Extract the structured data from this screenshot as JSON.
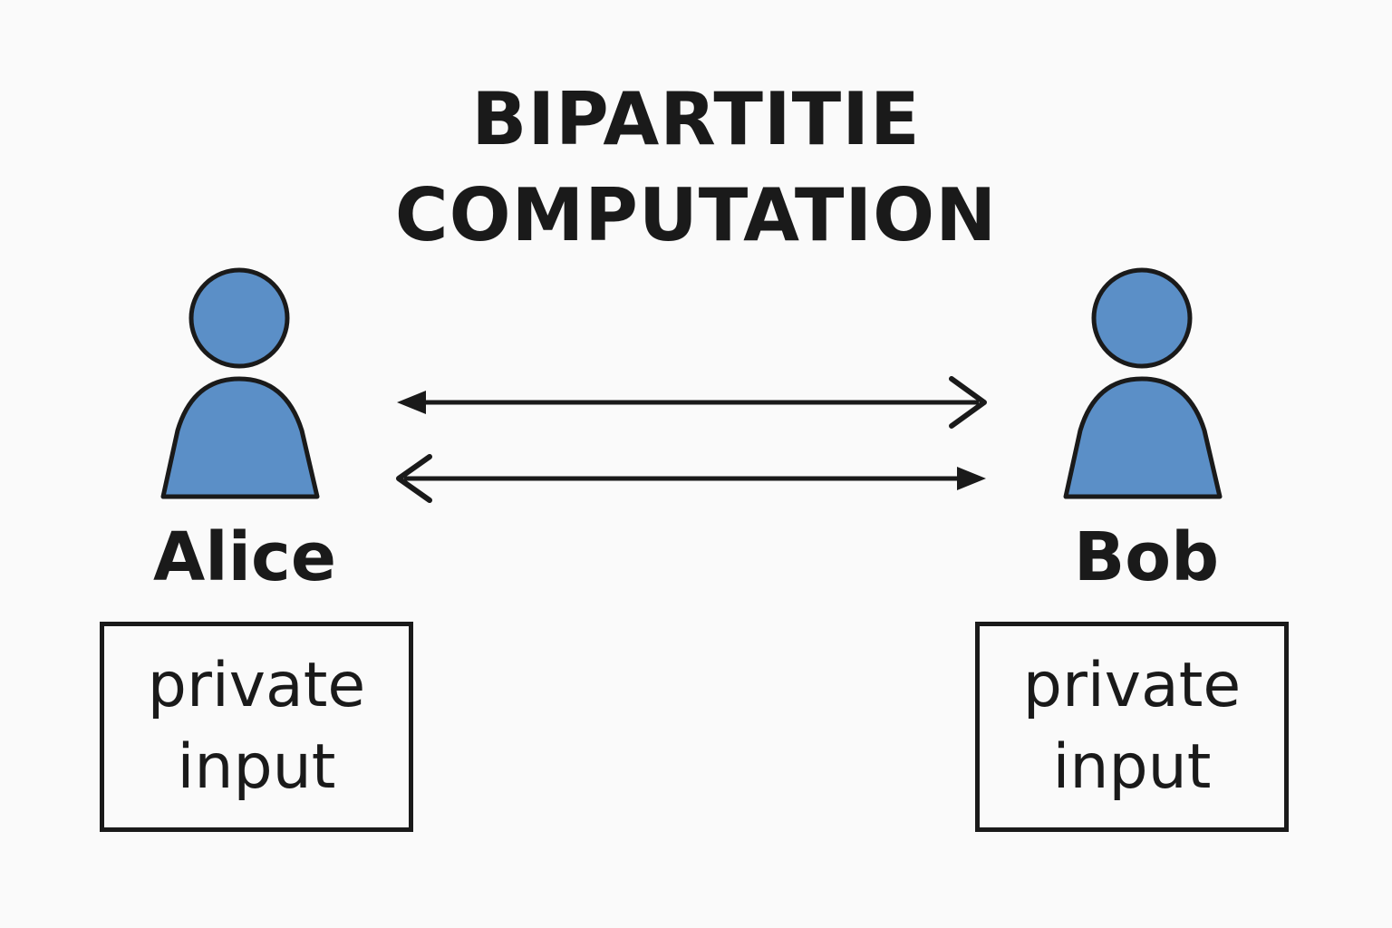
{
  "title": {
    "line1": "BIPARTITIE",
    "line2": "COMPUTATION"
  },
  "parties": [
    {
      "name": "Alice",
      "input_line1": "private",
      "input_line2": "input",
      "icon": "person-icon"
    },
    {
      "name": "Bob",
      "input_line1": "private",
      "input_line2": "input",
      "icon": "person-icon"
    }
  ],
  "colors": {
    "person_fill": "#5b8fc7",
    "outline": "#1a1a1a",
    "background": "#fafafa"
  }
}
